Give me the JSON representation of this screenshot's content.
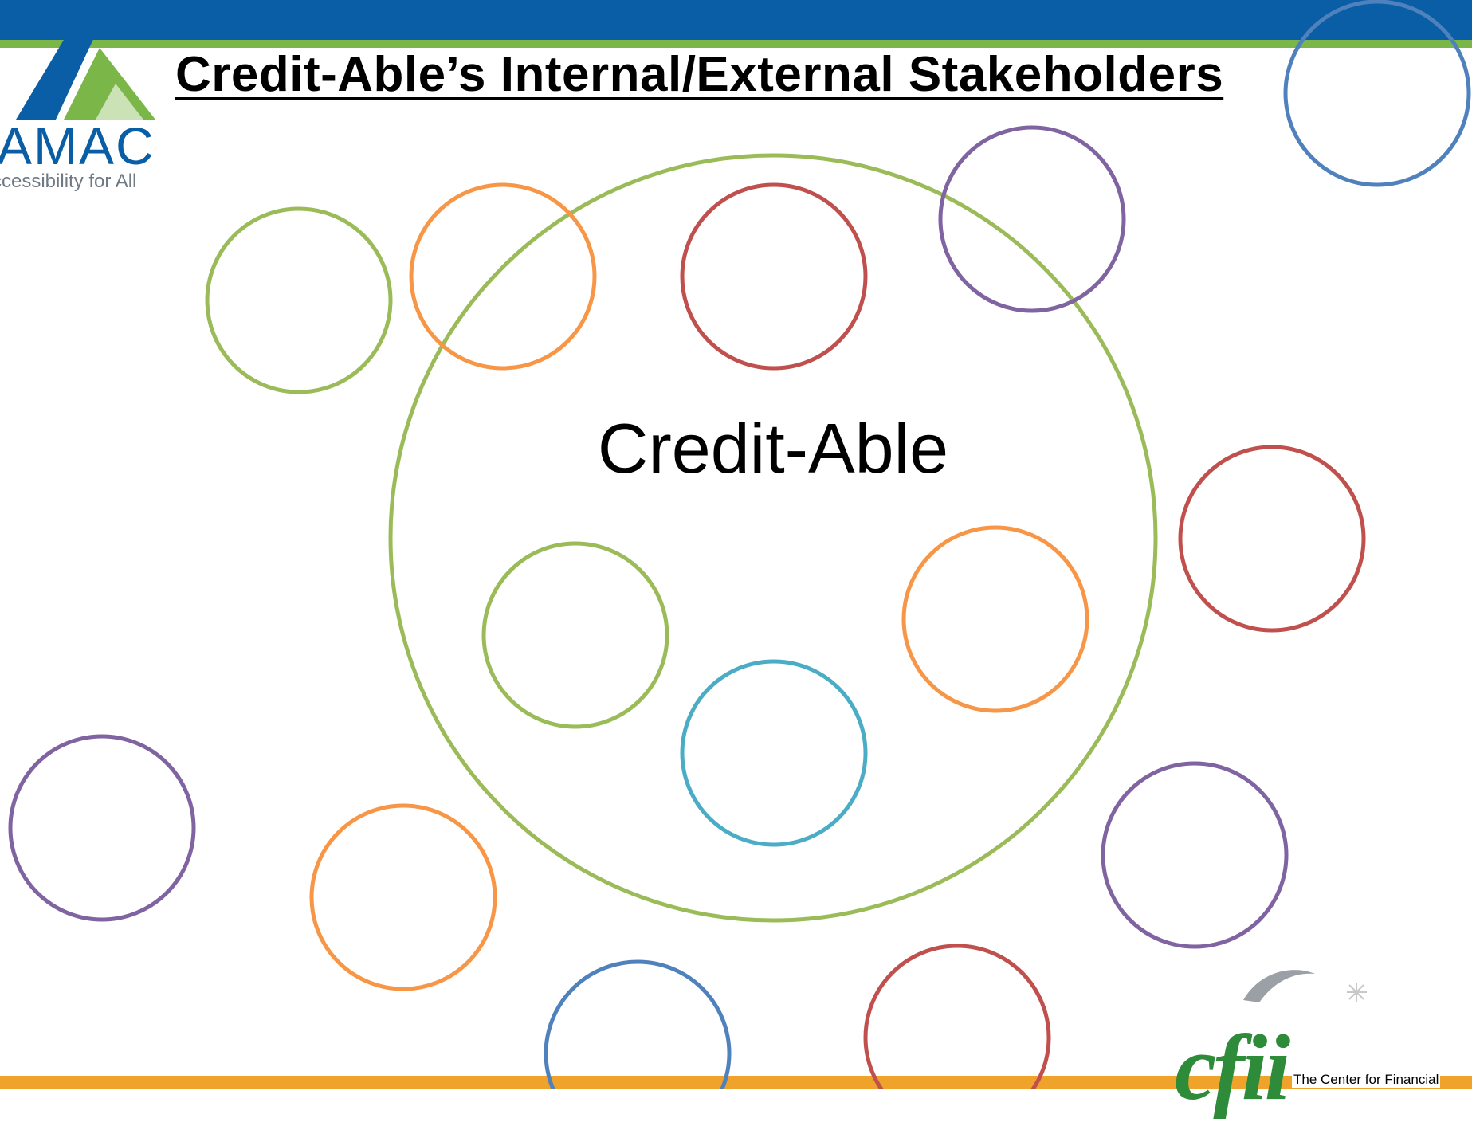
{
  "slide": {
    "title": "Credit-Able’s Internal/External Stakeholders",
    "center_label": "Credit-Able"
  },
  "logos": {
    "amac": {
      "name": "AMAC",
      "tagline": "ccessibility for All"
    },
    "cfii": {
      "name": "cfii",
      "subtitle": "The Center for Financial"
    }
  },
  "colors": {
    "header_blue": "#0a5ea5",
    "header_green": "#7ab648",
    "footer_orange": "#f0a32a",
    "circle_green": "#9bbb59",
    "circle_orange": "#f79646",
    "circle_red": "#c0504d",
    "circle_purple": "#8064a2",
    "circle_blue": "#4f81bd",
    "circle_teal": "#4bacc6"
  },
  "stakeholder_circles": [
    {
      "color": "circle_blue"
    },
    {
      "color": "circle_green"
    },
    {
      "color": "circle_orange"
    },
    {
      "color": "circle_red"
    },
    {
      "color": "circle_purple"
    },
    {
      "color": "circle_red"
    },
    {
      "color": "circle_green"
    },
    {
      "color": "circle_orange"
    },
    {
      "color": "circle_teal"
    },
    {
      "color": "circle_purple"
    },
    {
      "color": "circle_orange"
    },
    {
      "color": "circle_purple"
    },
    {
      "color": "circle_blue"
    },
    {
      "color": "circle_red"
    }
  ]
}
